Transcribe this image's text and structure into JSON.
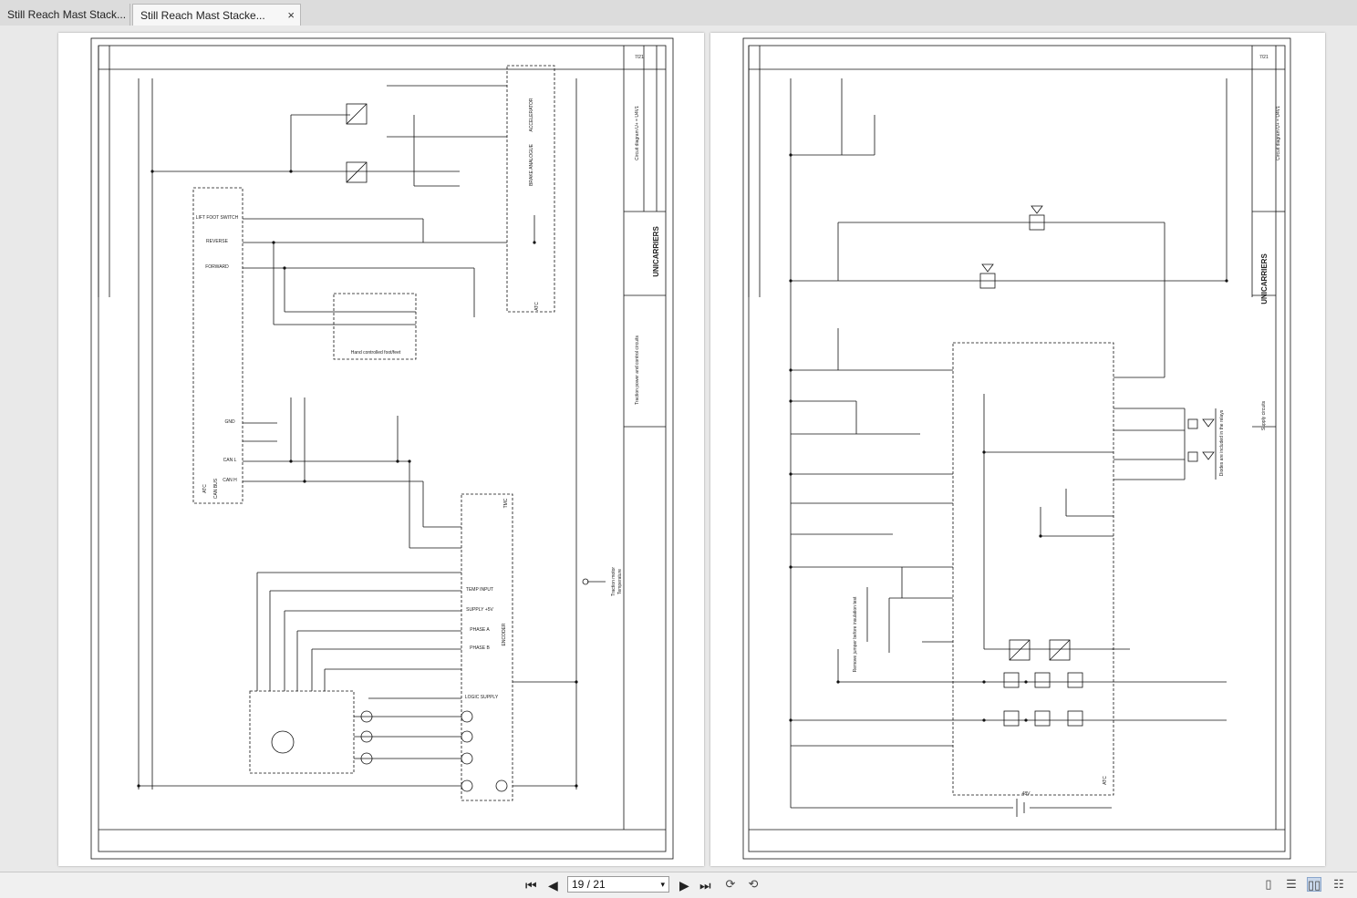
{
  "tabs": [
    {
      "label": "Still Reach Mast Stack..."
    },
    {
      "label": "Still Reach Mast Stacke...",
      "close": "×"
    }
  ],
  "page1": {
    "title": "Circuit diagram U+ = U4V1",
    "subtitle": "Traction power and control circuits",
    "brand": "UNICARRIERS",
    "sheet": "7/21",
    "labels": {
      "accelerator": "ACCELERATOR",
      "brake_analogue": "BRAKE ANALOGUE",
      "lift_foot_switch": "LIFT FOOT SWITCH",
      "reverse": "REVERSE",
      "forward": "FORWARD",
      "hand_controlled": "Hand controlled foot/feet",
      "can_bus": "CAN BUS",
      "can_l": "CAN L",
      "can_h": "CAN H",
      "gnd": "GND",
      "atc": "ATC",
      "tmc": "TMC",
      "temp_input": "TEMP INPUT",
      "supply": "SUPPLY +5V",
      "phase_a": "PHASE A",
      "phase_b": "PHASE B",
      "encoder": "ENCODER",
      "logic_supply": "LOGIC SUPPLY",
      "traction_motor": "Traction motor",
      "temperature": "Temperature"
    }
  },
  "page2": {
    "title": "Circuit diagram U+ = U4V1",
    "subtitle": "Supply circuits",
    "brand": "UNICARRIERS",
    "sheet": "7/21",
    "labels": {
      "atc": "ATC",
      "remove_jumper": "Remove jumper before insulation test",
      "diode_note": "Diodes are included in the relays",
      "battery": "48V"
    }
  },
  "toolbar": {
    "first": "⏮",
    "prev": "◀",
    "page_value": "19 / 21",
    "dropdown": "▾",
    "next": "▶",
    "last": "⏭"
  },
  "icons": {
    "first": "first-page-icon",
    "prev": "previous-page-icon",
    "next": "next-page-icon",
    "last": "last-page-icon",
    "rotate": "rotate-icon",
    "rotate_ccw": "rotate-ccw-icon",
    "single": "single-page-icon",
    "continuous": "continuous-page-icon",
    "two_page": "two-page-icon",
    "two_page_cont": "two-page-continuous-icon"
  }
}
